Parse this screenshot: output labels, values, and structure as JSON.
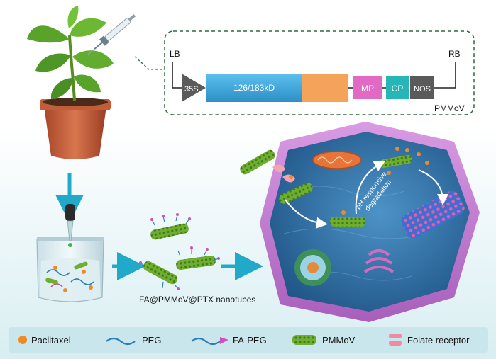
{
  "construct": {
    "lb": "LB",
    "rb": "RB",
    "name": "PMMoV",
    "promoter": "35S",
    "segments": [
      {
        "label": "126/183kD",
        "color": "#35a3d9"
      },
      {
        "label": "",
        "color": "#f5a25a"
      },
      {
        "label": "MP",
        "color": "#e06ac4"
      },
      {
        "label": "CP",
        "color": "#27b6b7"
      },
      {
        "label": "NOS",
        "color": "#5a5a5a"
      }
    ]
  },
  "process": {
    "nanotube_label": "FA@PMMoV@PTX nanotubes",
    "ph_label_line1": "pH responsive",
    "ph_label_line2": "degradation"
  },
  "legend": [
    {
      "label": "Paclitaxel",
      "icon": "orange-dot-icon"
    },
    {
      "label": "PEG",
      "icon": "blue-wave-icon"
    },
    {
      "label": "FA-PEG",
      "icon": "wave-arrow-icon"
    },
    {
      "label": "PMMoV",
      "icon": "green-nanotube-icon"
    },
    {
      "label": "Folate receptor",
      "icon": "receptor-icon"
    }
  ],
  "colors": {
    "background_top": "#ffffff",
    "background_bottom": "#dff0f3",
    "legend_bar": "#c9e6ec",
    "arrow": "#21a9c9",
    "cell_membrane": "#c57bd6",
    "cytoplasm": "#2f6fa6",
    "nanotube": "#6fae2e"
  }
}
